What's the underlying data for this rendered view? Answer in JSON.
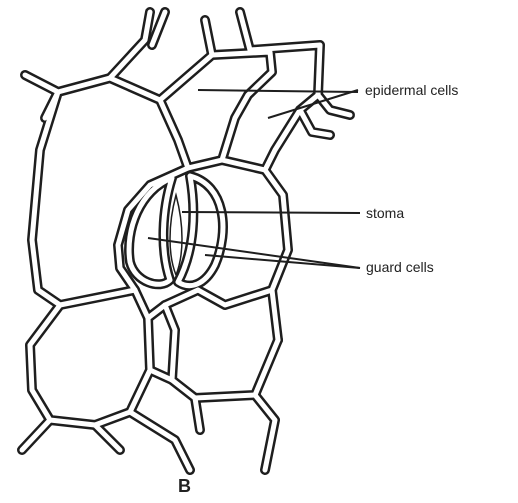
{
  "labels": {
    "epidermal": "epidermal cells",
    "stoma": "stoma",
    "guard": "guard cells"
  },
  "figure_letter": "B"
}
